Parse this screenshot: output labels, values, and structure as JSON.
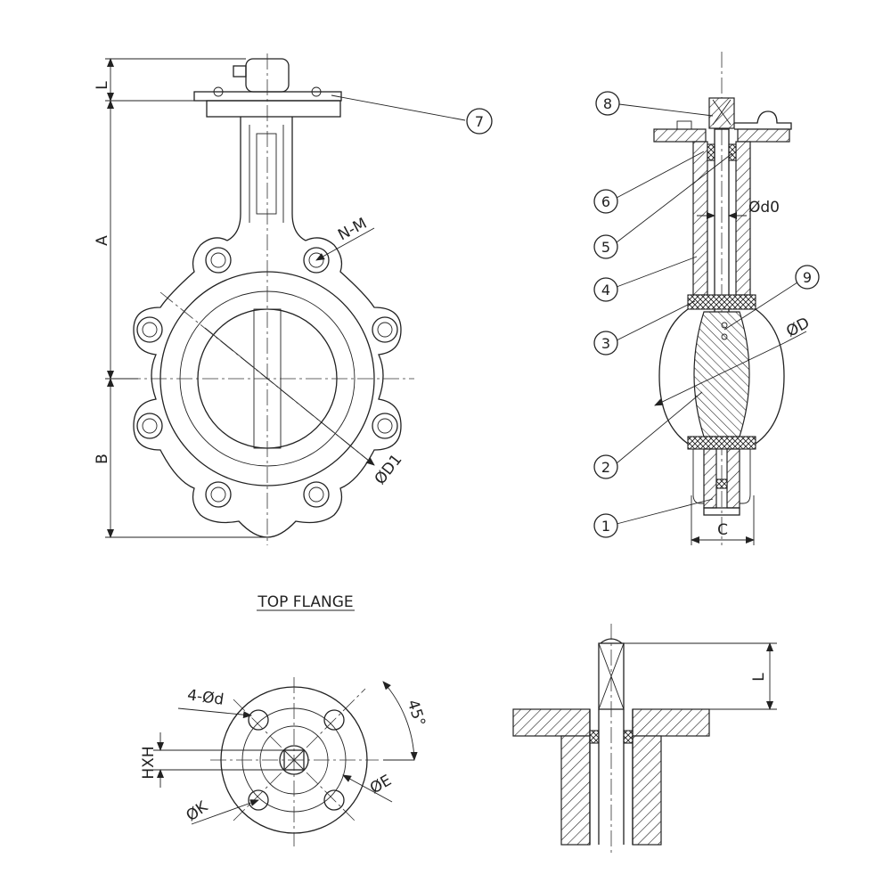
{
  "labels": {
    "dim_L_top": "L",
    "dim_A": "A",
    "dim_B": "B",
    "dim_NM": "N-M",
    "dim_D1": "ØD1",
    "dim_d0": "Ød0",
    "dim_D": "ØD",
    "dim_C": "C",
    "top_flange_title": "TOP FLANGE",
    "dim_4d": "4-Ød",
    "dim_45": "45°",
    "dim_HXH": "HXH",
    "dim_K": "ØK",
    "dim_E": "ØE",
    "dim_L_bottom": "L"
  },
  "balloons": [
    "1",
    "2",
    "3",
    "4",
    "5",
    "6",
    "7",
    "8",
    "9"
  ],
  "colors": {
    "line": "#222222",
    "background": "#ffffff"
  }
}
